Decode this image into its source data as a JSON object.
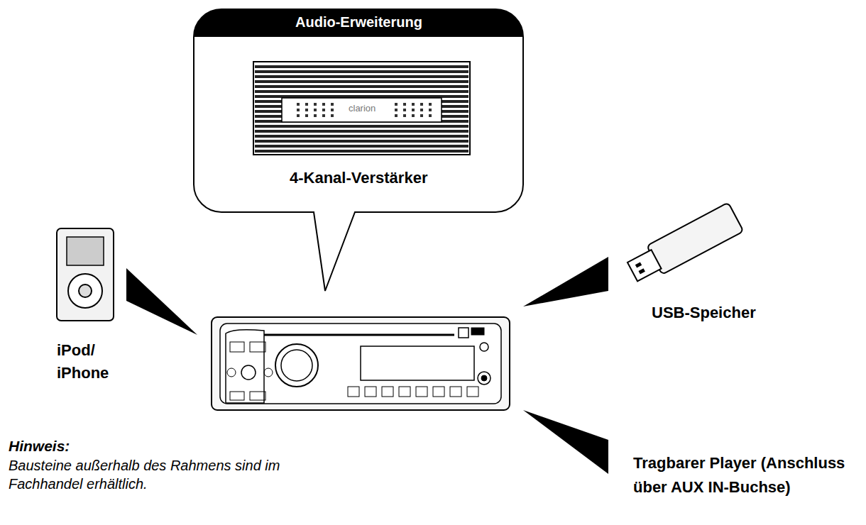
{
  "diagram": {
    "nodes": [
      {
        "text": [
          "Audio-Erweiterung",
          "4-Kanal-Verstärker"
        ]
      }
    ],
    "labels": [
      "clarion",
      "iPod/ iPhone",
      "USB-Speicher",
      "Tragbarer Player (Anschluss über AUX IN-Buchse)",
      "Hinweis:",
      "Bausteine außerhalb des Rahmens sind im Fachhandel erhältlich."
    ]
  }
}
